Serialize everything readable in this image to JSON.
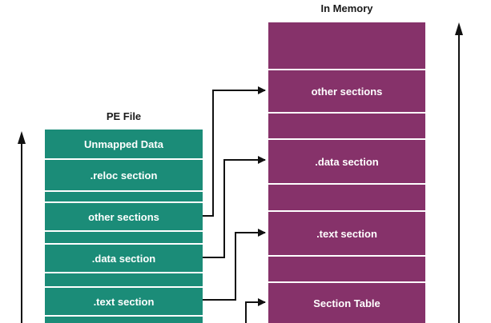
{
  "pe_file": {
    "title": "PE File",
    "sections": [
      {
        "label": "Unmapped Data"
      },
      {
        "label": ".reloc section"
      },
      {
        "label": ""
      },
      {
        "label": "other sections"
      },
      {
        "label": ""
      },
      {
        "label": ".data section"
      },
      {
        "label": ""
      },
      {
        "label": ".text section"
      },
      {
        "label": ""
      }
    ]
  },
  "in_memory": {
    "title": "In Memory",
    "sections": [
      {
        "label": ""
      },
      {
        "label": "other sections"
      },
      {
        "label": ""
      },
      {
        "label": ".data section"
      },
      {
        "label": ""
      },
      {
        "label": ".text section"
      },
      {
        "label": ""
      },
      {
        "label": "Section Table"
      }
    ]
  },
  "colors": {
    "pe_block": "#1b8c78",
    "memory_block": "#86326a",
    "arrow": "#111111",
    "separator": "#ffffff"
  }
}
